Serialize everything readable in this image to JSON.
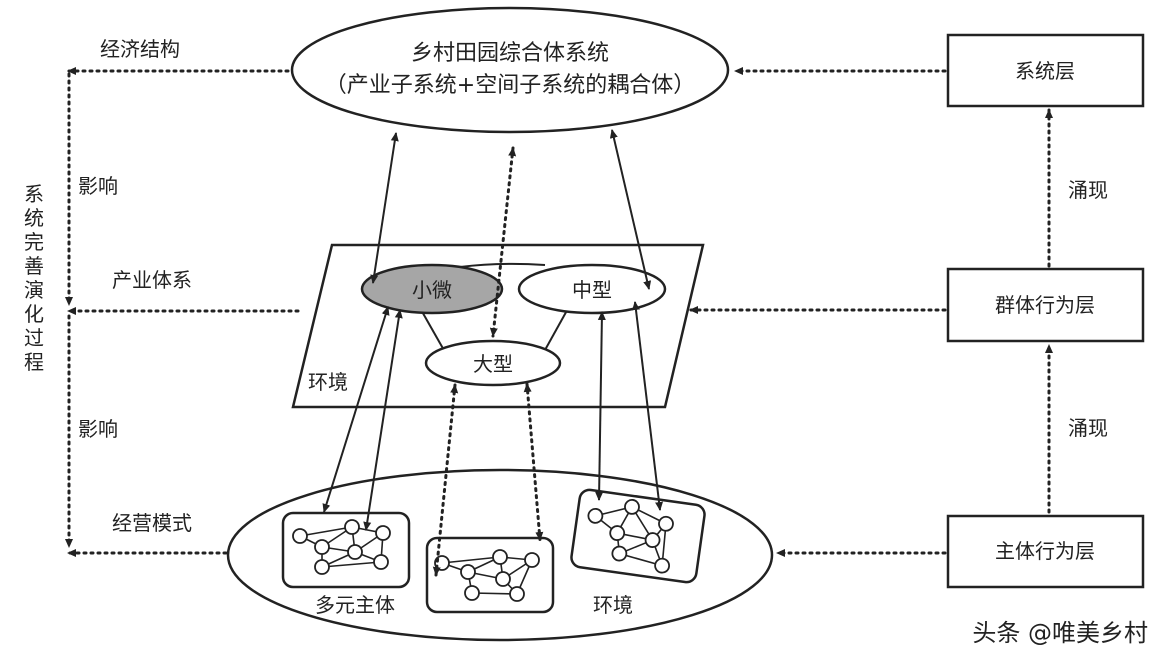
{
  "top_ellipse": {
    "line1": "乡村田园综合体系统",
    "line2": "（产业子系统+空间子系统的耦合体）"
  },
  "middle_plane": {
    "node_small": "小微",
    "node_medium": "中型",
    "node_large": "大型",
    "environment": "环境"
  },
  "bottom_ellipse": {
    "actors": "多元主体",
    "environment": "环境"
  },
  "left_labels": {
    "economic_structure": "经济结构",
    "influence_1": "影响",
    "industry_system": "产业体系",
    "influence_2": "影响",
    "business_model": "经营模式",
    "vertical_title": [
      "系",
      "统",
      "完",
      "善",
      "演",
      "化",
      "过",
      "程"
    ]
  },
  "right_layers": {
    "system_layer": "系统层",
    "emergence_1": "涌现",
    "group_layer": "群体行为层",
    "emergence_2": "涌现",
    "subject_layer": "主体行为层"
  },
  "watermark": "头条 @唯美乡村",
  "colors": {
    "small_node_fill": "#a6a6a6",
    "line": "#222222"
  }
}
